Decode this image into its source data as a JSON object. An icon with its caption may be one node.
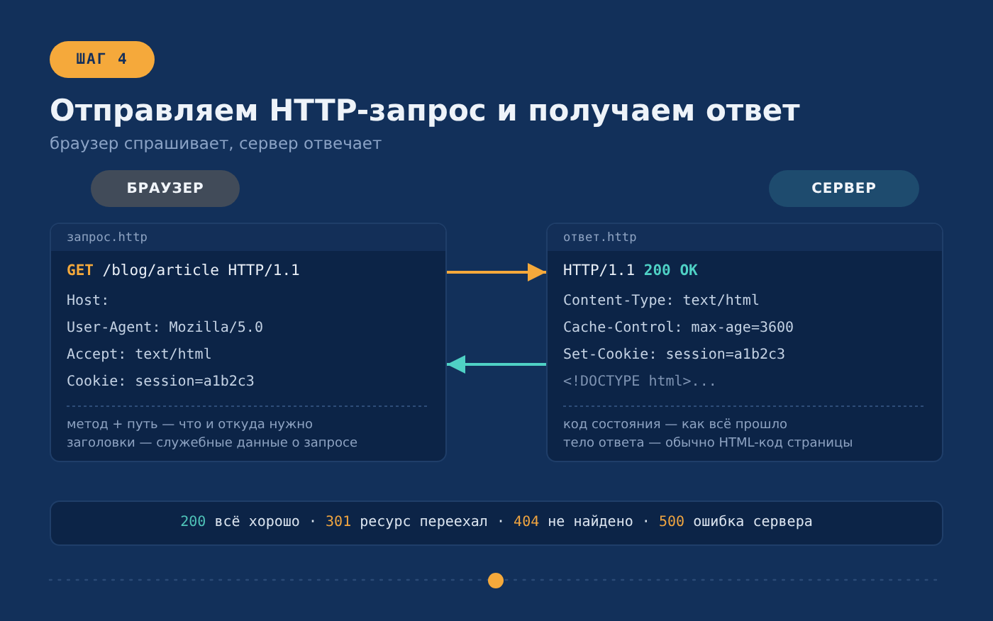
{
  "diagram": {
    "title": "Отправляем HTTP-запрос и получаем ответ",
    "nodes": [
      {
        "text": [
          "ШАГ 4"
        ]
      },
      {
        "text": [
          "БРАУЗЕР"
        ]
      },
      {
        "text": [
          "СЕРВЕР"
        ]
      },
      {
        "text": [
          "запрос.http",
          "**GET** /blog/article HTTP/1.1",
          "Host:",
          "User-Agent: Mozilla/5.0",
          "Accept: text/html",
          "Cookie: session=a1b2c3",
          "метод + путь — что и откуда нужно",
          "заголовки — служебные данные о запросе"
        ]
      },
      {
        "text": [
          "ответ.http",
          "HTTP/1.1 **200 OK**",
          "Content-Type: text/html",
          "Cache-Control: max-age=3600",
          "Set-Cookie: session=a1b2c3",
          "<!DOCTYPE html>...",
          "код состояния — как всё прошло",
          "тело ответа — обычно HTML-код страницы"
        ]
      },
      {
        "text": [
          "200 всё хорошо · 301 ресурс переехал · 404 не найдено · 500 ошибка сервера"
        ]
      }
    ],
    "edges": [
      {
        "from": 3,
        "to": 4,
        "arrow": "to",
        "color": "#f5a93b"
      },
      {
        "from": 4,
        "to": 3,
        "arrow": "to",
        "color": "#4fd1c5"
      }
    ],
    "labels": [
      "браузер спрашивает, сервер отвечает"
    ]
  }
}
